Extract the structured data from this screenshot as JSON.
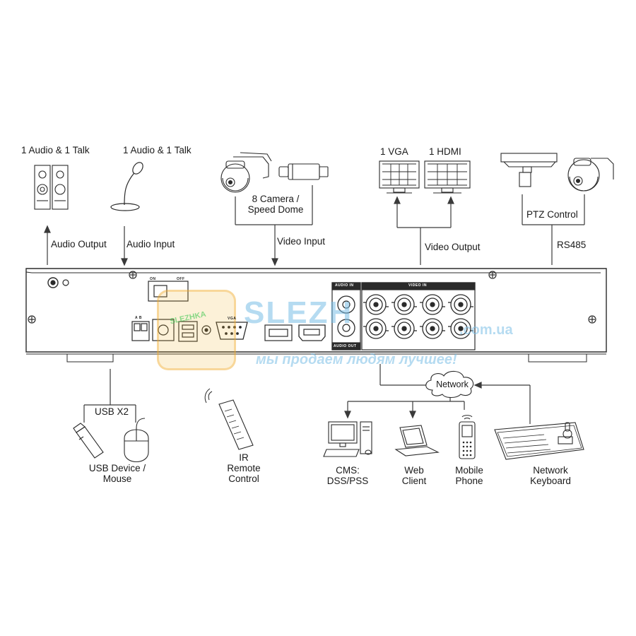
{
  "labels": {
    "speaker": "1 Audio  & 1 Talk",
    "microphone": "1 Audio & 1 Talk",
    "audio_output": "Audio  Output",
    "audio_input": "Audio  Input",
    "camera_line1": "8 Camera /",
    "camera_line2": "Speed Dome",
    "video_input": "Video Input",
    "vga": "1 VGA",
    "hdmi": "1 HDMI",
    "video_output": "Video Output",
    "ptz_control": "PTZ Control",
    "rs485": "RS485",
    "usb_x2": "USB X2",
    "usb_line1": "USB Device /",
    "usb_line2": "Mouse",
    "ir_line1": "IR",
    "ir_line2": "Remote",
    "ir_line3": "Control",
    "network": "Network",
    "cms_line1": "CMS:",
    "cms_line2": "DSS/PSS",
    "web_line1": "Web",
    "web_line2": "Client",
    "mobile_line1": "Mobile",
    "mobile_line2": "Phone",
    "keyboard_line1": "Network",
    "keyboard_line2": "Keyboard"
  },
  "panel": {
    "audio_in": "AUDIO IN",
    "audio_out": "AUDIO OUT",
    "video_in": "VIDEO IN",
    "on": "ON",
    "off": "OFF",
    "ab": "A B",
    "vga_port": "VGA"
  },
  "watermark": {
    "brand": "SLEZH",
    "domain": ".com.ua",
    "slogan": "мы продаем людям лучшее!",
    "badge": "SLEZHKA"
  }
}
